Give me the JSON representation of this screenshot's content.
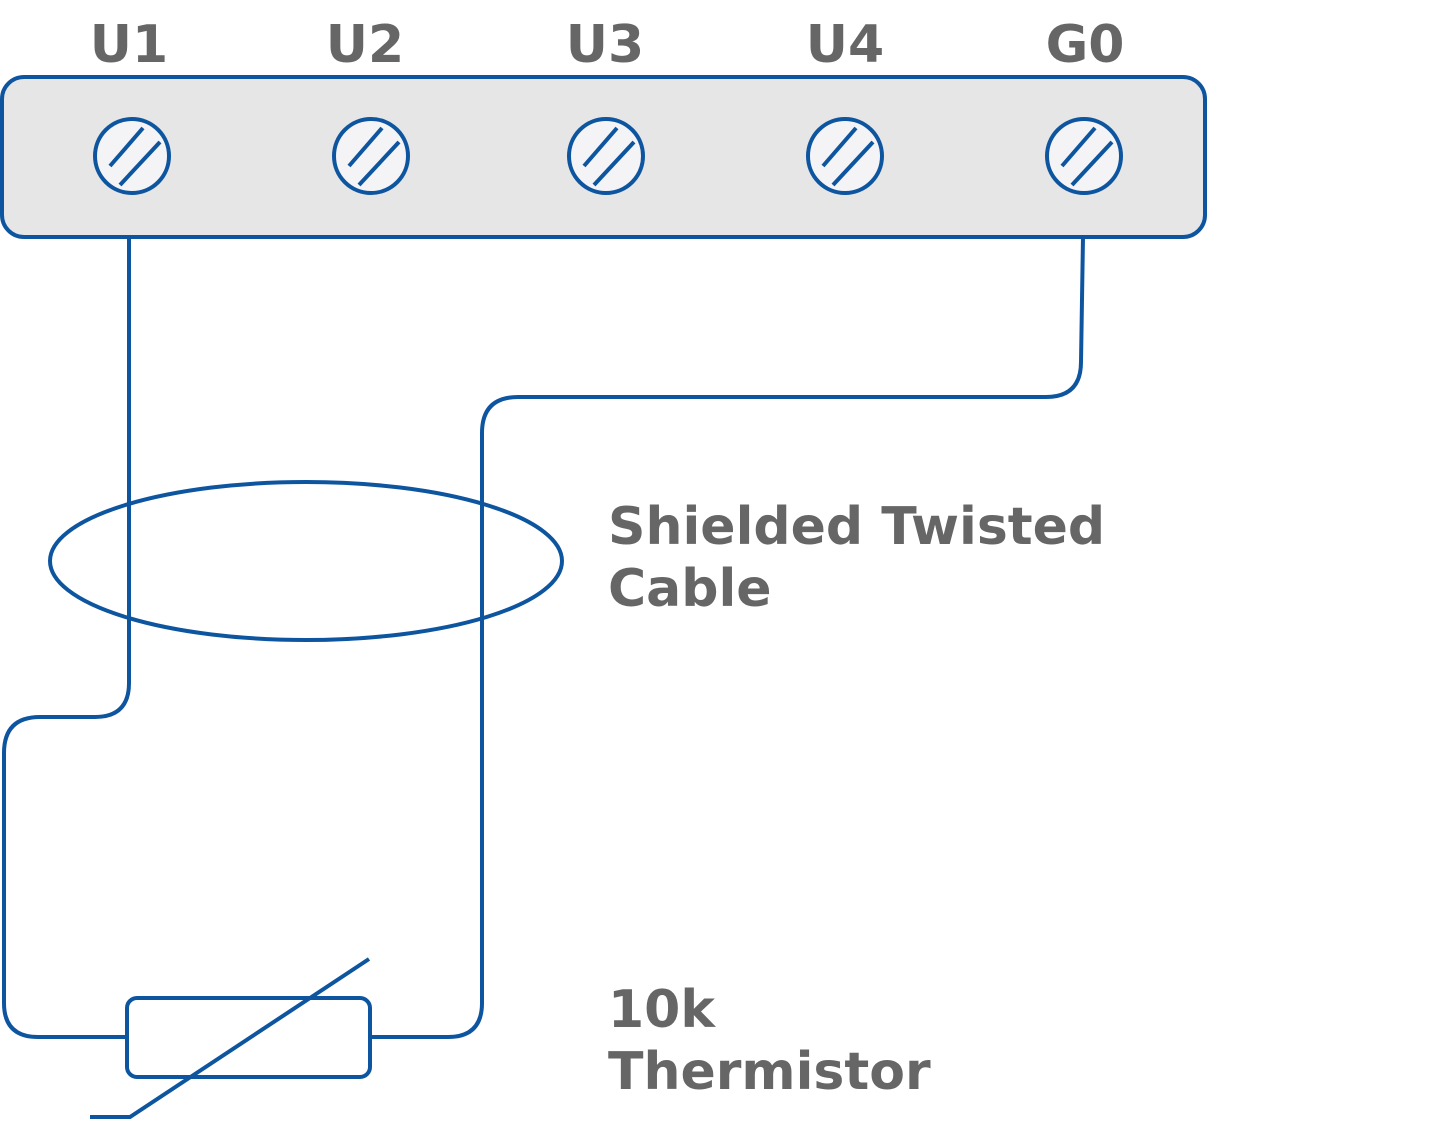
{
  "terminals": [
    {
      "id": "u1",
      "label": "U1"
    },
    {
      "id": "u2",
      "label": "U2"
    },
    {
      "id": "u3",
      "label": "U3"
    },
    {
      "id": "u4",
      "label": "U4"
    },
    {
      "id": "g0",
      "label": "G0"
    }
  ],
  "cable_label": {
    "line1": "Shielded Twisted",
    "line2": "Cable"
  },
  "sensor_label": {
    "line1": "10k",
    "line2": "Thermistor"
  },
  "colors": {
    "wire": "#0e55a0",
    "block_fill": "#e6e6e6",
    "screw_fill": "#f4f4f6",
    "text": "#666666"
  }
}
